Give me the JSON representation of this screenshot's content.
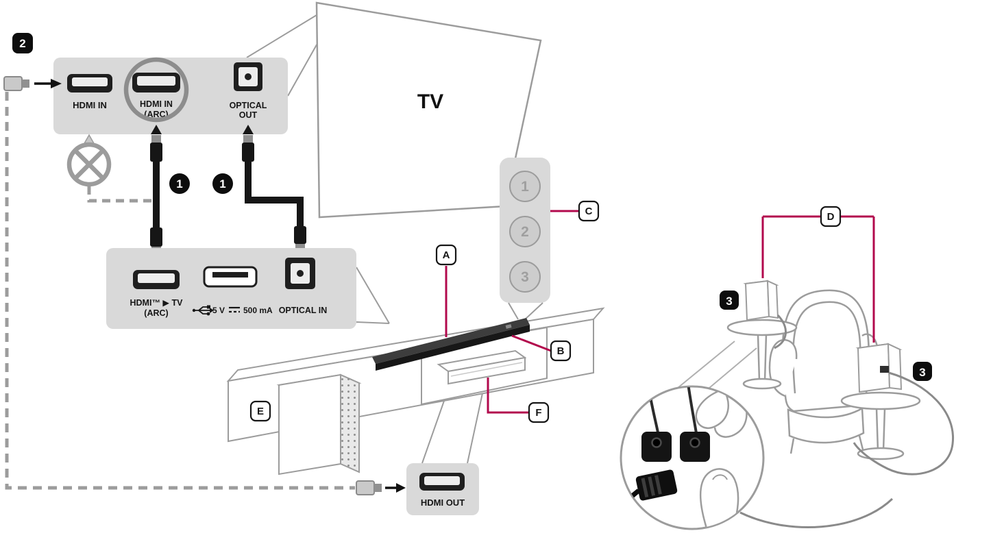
{
  "colors": {
    "accent": "#b2094c",
    "panel_gray": "#d9d9d9",
    "line_gray": "#9c9c9c",
    "cable_black": "#161616"
  },
  "tv": {
    "label": "TV"
  },
  "tv_rear_panel": {
    "hdmi_in_label": "HDMI IN",
    "hdmi_in_arc_line1": "HDMI IN",
    "hdmi_in_arc_line2": "(ARC)",
    "optical_out_line1": "OPTICAL",
    "optical_out_line2": "OUT"
  },
  "soundbar_panel": {
    "hdmi_arc_line1": "HDMI™ ▶ TV",
    "hdmi_arc_line2": "(ARC)",
    "usb_label_left": "5 V",
    "usb_label_right": "500 mA",
    "optical_in_label": "OPTICAL IN"
  },
  "hdmi_out_panel": {
    "label": "HDMI OUT"
  },
  "steps": {
    "one": "1",
    "two": "2",
    "three": "3"
  },
  "callouts": {
    "a": "A",
    "b": "B",
    "c": "C",
    "d": "D",
    "e": "E",
    "f": "F"
  },
  "source_buttons": [
    "1",
    "2",
    "3"
  ]
}
